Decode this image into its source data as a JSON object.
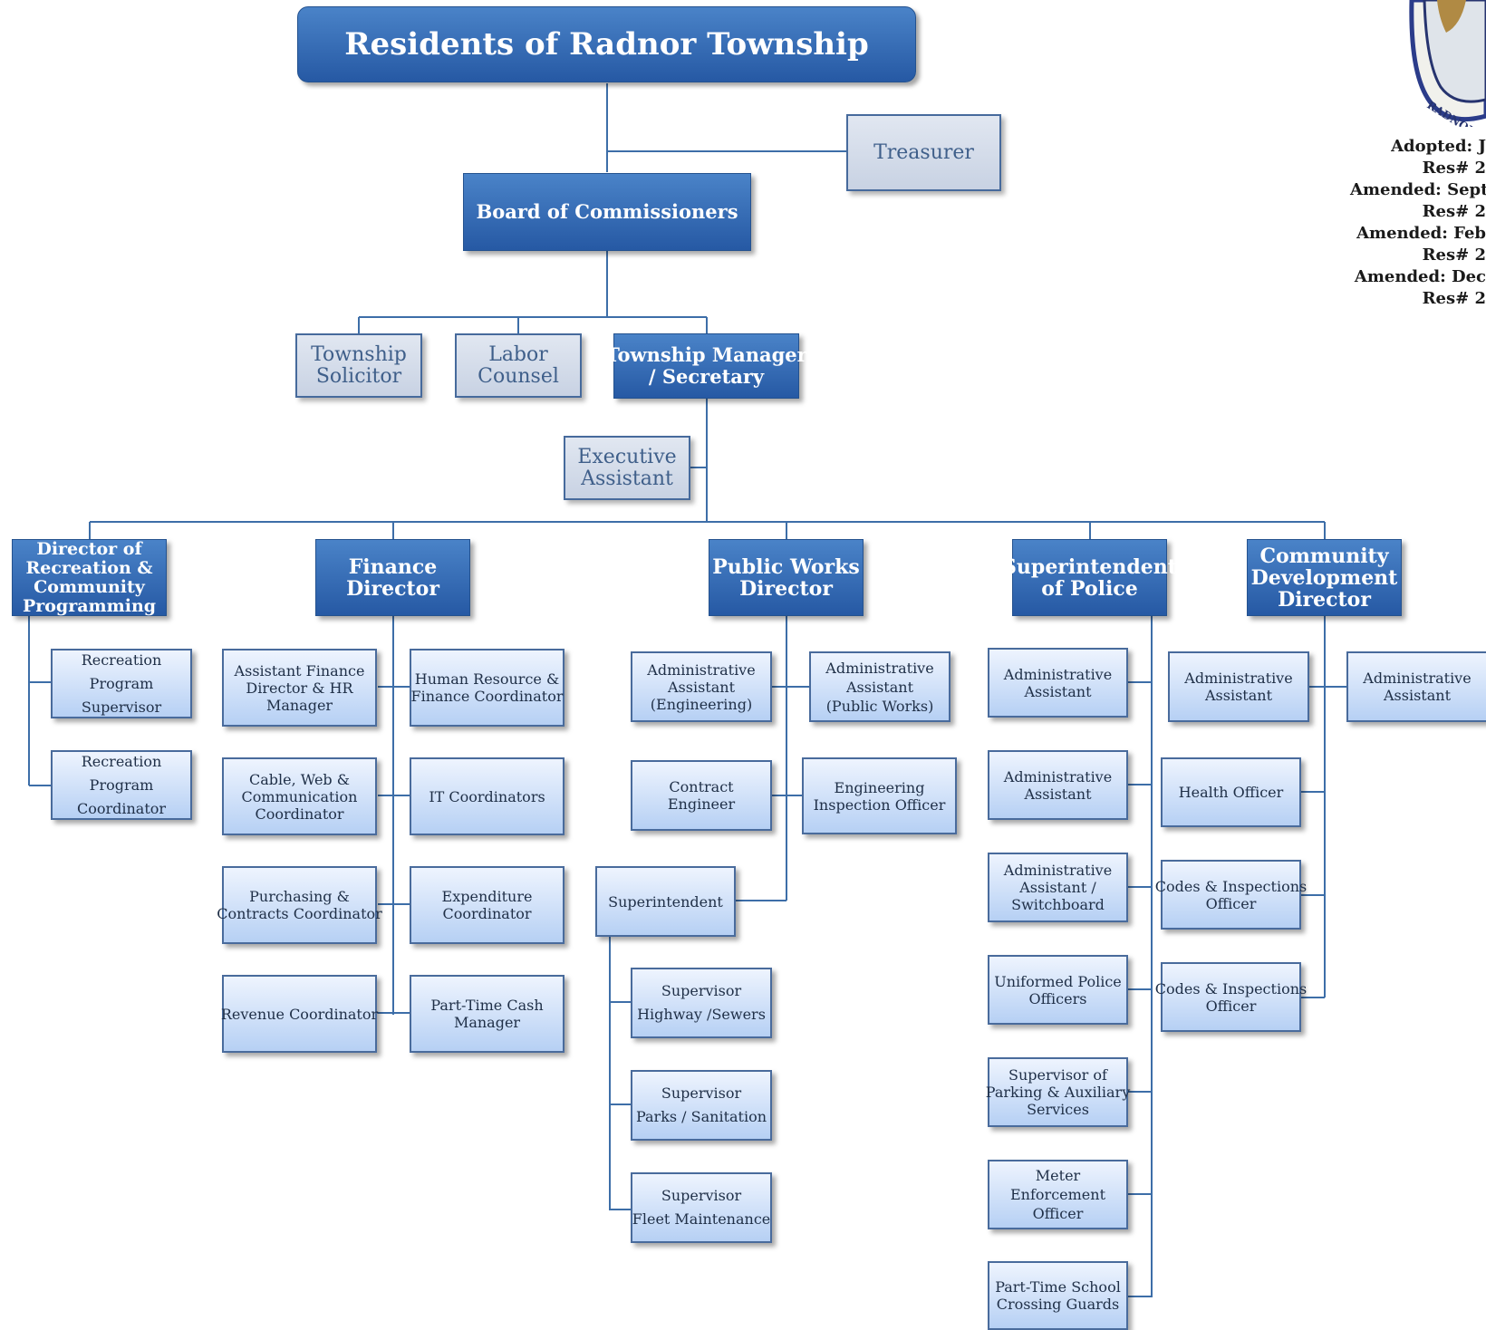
{
  "title": "Residents of  Radnor Township",
  "top": {
    "treasurer": "Treasurer",
    "board": "Board of Commissioners",
    "solicitor": [
      "Township",
      "Solicitor"
    ],
    "labor": [
      "Labor",
      "Counsel"
    ],
    "manager": [
      "Township Manager",
      "/ Secretary"
    ],
    "exec_assistant": [
      "Executive",
      "Assistant"
    ]
  },
  "departments": {
    "recreation": {
      "head": [
        "Director of",
        "Recreation &",
        "Community",
        "Programming"
      ],
      "staff": [
        [
          "Recreation",
          "Program",
          "Supervisor"
        ],
        [
          "Recreation",
          "Program",
          "Coordinator"
        ]
      ]
    },
    "finance": {
      "head": [
        "Finance",
        "Director"
      ],
      "staff": [
        [
          "Assistant Finance",
          "Director & HR",
          "Manager"
        ],
        [
          "Human Resource &",
          "Finance Coordinator"
        ],
        [
          "Cable, Web &",
          "Communication",
          "Coordinator"
        ],
        [
          "IT Coordinators"
        ],
        [
          "Purchasing &",
          "Contracts Coordinator"
        ],
        [
          "Expenditure",
          "Coordinator"
        ],
        [
          "Revenue Coordinator"
        ],
        [
          "Part-Time Cash",
          "Manager"
        ]
      ]
    },
    "public_works": {
      "head": [
        "Public Works",
        "Director"
      ],
      "staff": [
        [
          "Administrative",
          "Assistant",
          "(Engineering)"
        ],
        [
          "Administrative",
          "Assistant",
          "(Public Works)"
        ],
        [
          "Contract",
          "Engineer"
        ],
        [
          "Engineering",
          "Inspection Officer"
        ],
        [
          "Superintendent"
        ],
        [
          "Supervisor",
          "Highway /Sewers"
        ],
        [
          "Supervisor",
          "Parks / Sanitation"
        ],
        [
          "Supervisor",
          "Fleet Maintenance"
        ]
      ]
    },
    "police": {
      "head": [
        "Superintendent",
        "of Police"
      ],
      "staff": [
        [
          "Administrative",
          "Assistant"
        ],
        [
          "Administrative",
          "Assistant"
        ],
        [
          "Administrative",
          "Assistant /",
          "Switchboard"
        ],
        [
          "Uniformed Police",
          "Officers"
        ],
        [
          "Supervisor of",
          "Parking & Auxiliary",
          "Services"
        ],
        [
          "Meter",
          "Enforcement",
          "Officer"
        ],
        [
          "Part-Time School",
          "Crossing Guards"
        ]
      ]
    },
    "community_dev": {
      "head": [
        "Community",
        "Development",
        "Director"
      ],
      "staff": [
        [
          "Administrative",
          "Assistant"
        ],
        [
          "Administrative",
          "Assistant"
        ],
        [
          "Health Officer"
        ],
        [
          "Codes & Inspections",
          "Officer"
        ],
        [
          "Codes & Inspections",
          "Officer"
        ]
      ]
    }
  },
  "adopted_lines": [
    "Adopted:  J",
    "Res# 2",
    "Amended: Sept",
    "Res# 2",
    "Amended: Feb",
    "Res# 2",
    "Amended: Dec",
    "Res# 2"
  ],
  "colors": {
    "line": "#3d6ea8",
    "head_blue": "#2f64ad",
    "box_light": "#c9dcf8",
    "box_gray": "#d3dbe8"
  }
}
